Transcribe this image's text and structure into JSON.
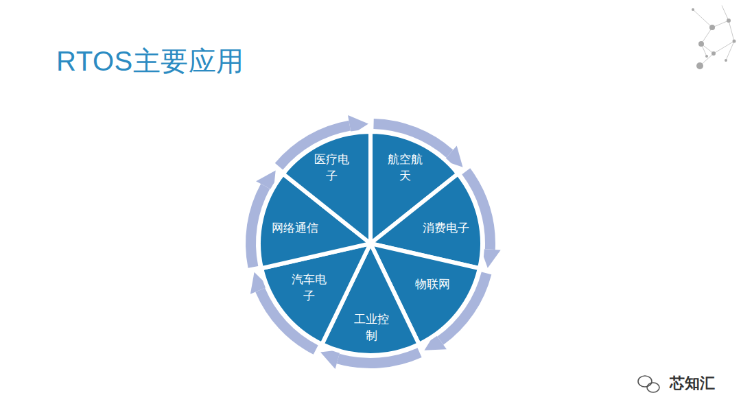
{
  "diagram": {
    "title": "RTOS主要应用",
    "nodes": [
      {
        "text": [
          "航空航天"
        ]
      },
      {
        "text": [
          "消费电子"
        ]
      },
      {
        "text": [
          "物联网"
        ]
      },
      {
        "text": [
          "工业控制"
        ]
      },
      {
        "text": [
          "汽车电子"
        ]
      },
      {
        "text": [
          "网络通信"
        ]
      },
      {
        "text": [
          "医疗电子"
        ]
      }
    ],
    "edges": [
      {
        "from": 0,
        "to": 1,
        "arrow": "to"
      },
      {
        "from": 1,
        "to": 2,
        "arrow": "to"
      },
      {
        "from": 2,
        "to": 3,
        "arrow": "to"
      },
      {
        "from": 3,
        "to": 4,
        "arrow": "to"
      },
      {
        "from": 4,
        "to": 5,
        "arrow": "to"
      },
      {
        "from": 5,
        "to": 6,
        "arrow": "to"
      },
      {
        "from": 6,
        "to": 0,
        "arrow": "to"
      }
    ],
    "labels": [
      "芯知汇"
    ]
  }
}
